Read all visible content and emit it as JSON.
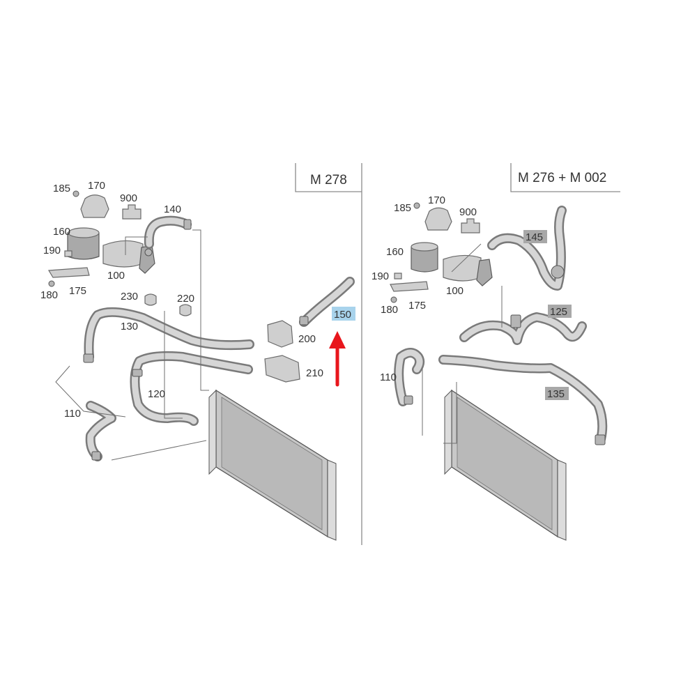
{
  "panels": [
    {
      "id": "left",
      "header": "M 278"
    },
    {
      "id": "right",
      "header": "M 276 + M 002"
    }
  ],
  "labels": {
    "left": {
      "p185": "185",
      "p170": "170",
      "p900": "900",
      "p140": "140",
      "p160": "160",
      "p190": "190",
      "p175": "175",
      "p180": "180",
      "p100": "100",
      "p230": "230",
      "p220": "220",
      "p130": "130",
      "p150": "150",
      "p200": "200",
      "p210": "210",
      "p120": "120",
      "p110": "110"
    },
    "right": {
      "p185": "185",
      "p170": "170",
      "p900": "900",
      "p145": "145",
      "p160": "160",
      "p190": "190",
      "p100": "100",
      "p175": "175",
      "p180": "180",
      "p125": "125",
      "p110": "110",
      "p135": "135"
    }
  },
  "colors": {
    "highlight": "#a8d3ec",
    "gray_box": "#a8a8a8",
    "arrow": "#e8161c",
    "divider": "#8a8a8a"
  },
  "icons": {
    "arrow": "red-up-arrow"
  }
}
